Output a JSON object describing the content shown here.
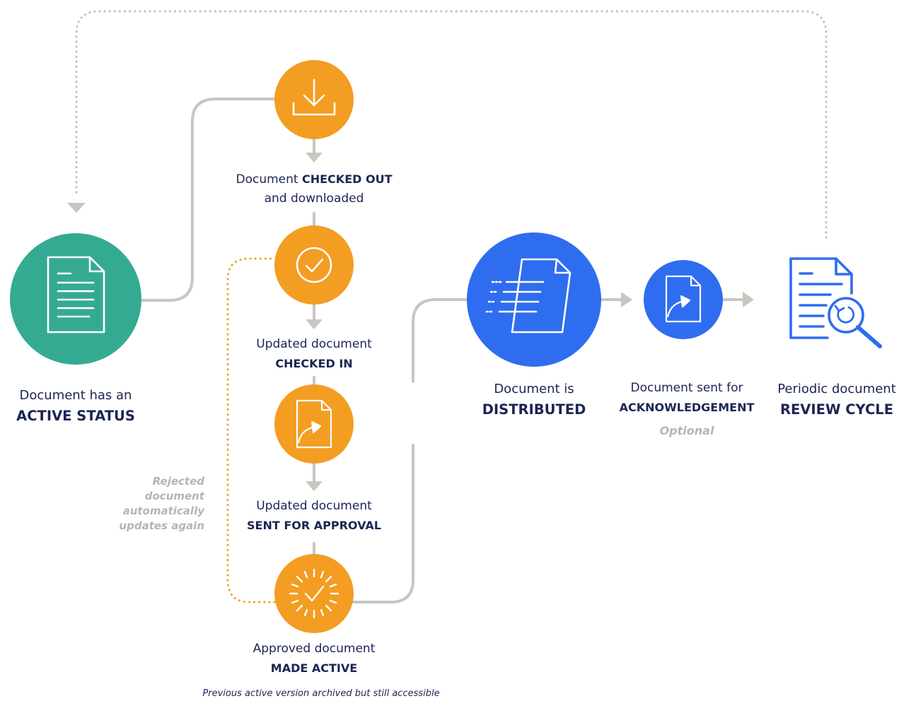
{
  "colors": {
    "teal": "#35aa93",
    "orange": "#f39d22",
    "blue": "#2f6df0",
    "connector_gray": "#c9c6c0",
    "dotted_gray": "#bdbbb7",
    "dotted_orange": "#f39d22",
    "navy_text": "#1d2553",
    "note_gray": "#b7b5b1"
  },
  "steps": {
    "active_status": {
      "icon": "document-icon",
      "line1": "Document has an",
      "bold": "ACTIVE STATUS"
    },
    "checked_out": {
      "icon": "download-icon",
      "line1_prefix": "Document ",
      "line1_bold": "CHECKED OUT",
      "line2": "and downloaded"
    },
    "checked_in": {
      "icon": "checkmark-circle-icon",
      "line1": "Updated document",
      "bold": "CHECKED IN"
    },
    "sent_for_approval": {
      "icon": "document-send-icon",
      "line1": "Updated document",
      "bold": "SENT FOR APPROVAL"
    },
    "made_active": {
      "icon": "approved-burst-icon",
      "line1": "Approved document",
      "bold": "MADE ACTIVE"
    },
    "distributed": {
      "icon": "document-distribute-icon",
      "line1": "Document is",
      "bold": "DISTRIBUTED"
    },
    "acknowledgement": {
      "icon": "document-send-icon",
      "line1": "Document sent for",
      "bold": "ACKNOWLEDGEMENT",
      "optional": "Optional"
    },
    "review_cycle": {
      "icon": "document-review-icon",
      "line1": "Periodic document",
      "bold": "REVIEW CYCLE"
    }
  },
  "notes": {
    "rejected": [
      "Rejected",
      "document",
      "automatically",
      "updates again"
    ],
    "archived": "Previous active version archived but still accessible"
  }
}
